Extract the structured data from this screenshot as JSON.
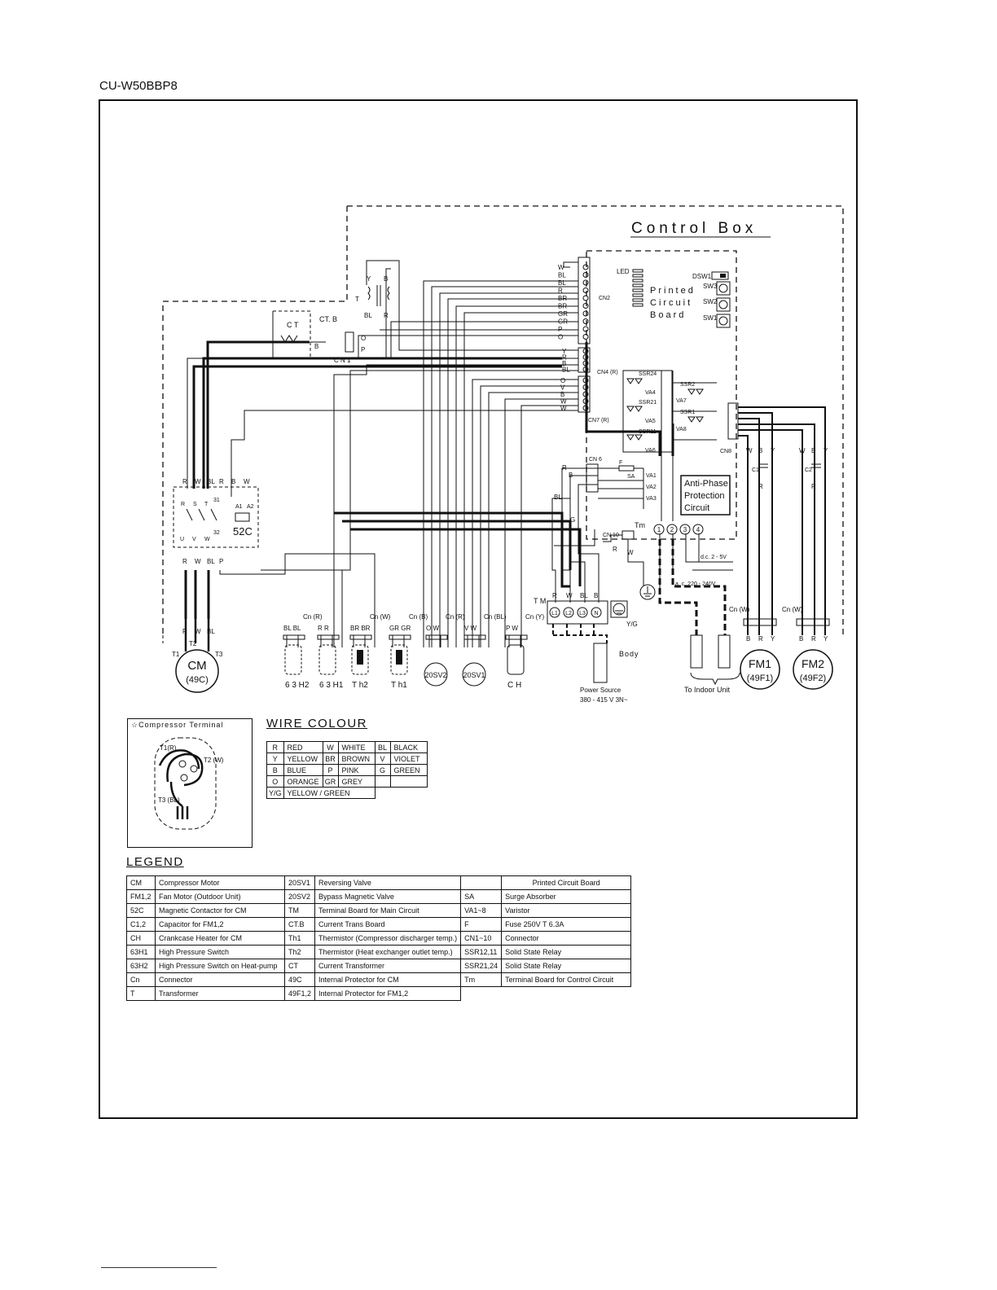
{
  "model": "CU-W50BBP8",
  "control_box": "Control Box",
  "pcb": {
    "line1": "Printed",
    "line2": "Circuit",
    "line3": "Board"
  },
  "pcb_labels": {
    "led": "LED",
    "dsw1": "DSW1",
    "sw1": "SW1",
    "sw2": "SW2",
    "sw3": "SW3",
    "cn2": "CN2",
    "cn4": "CN4 (R)",
    "cn7": "CN7 (R)",
    "cn6": "CN 6",
    "cn8": "CN8",
    "cn10": "CN 10",
    "tm": "Tm",
    "ssr24": "SSR24",
    "ssr21": "SSR21",
    "ssr11": "SSR11",
    "ssr2": "SSR2",
    "ssr1": "SSR1",
    "va1": "VA1",
    "va2": "VA2",
    "va3": "VA3",
    "va4": "VA4",
    "va5": "VA5",
    "va6": "VA6",
    "va7": "VA7",
    "va8": "VA8",
    "f": "F",
    "sa": "SA"
  },
  "anti_phase": {
    "line1": "Anti-Phase",
    "line2": "Protection",
    "line3": "Circuit"
  },
  "cn2_wires": [
    "W",
    "BL",
    "BL",
    "R",
    "BR",
    "BR",
    "GR",
    "GR",
    "P",
    "O"
  ],
  "cn4_wires": [
    "Y",
    "R",
    "B",
    "BL"
  ],
  "cn7_wires": [
    "O",
    "V",
    "B",
    "W",
    "W"
  ],
  "ct_labels": {
    "ct": "C T",
    "ctb": "CT. B",
    "cn1": "C N 1",
    "b": "B",
    "o": "O",
    "p": "P"
  },
  "transformer": {
    "t": "T",
    "y": "Y",
    "b": "B",
    "bl": "BL",
    "r": "R"
  },
  "contactor": {
    "name": "52C",
    "top": [
      "R",
      "W",
      "BL",
      "R",
      "B",
      "W"
    ],
    "bottom": [
      "R",
      "W",
      "BL",
      "P"
    ],
    "a1": "A1",
    "a2": "A2",
    "n31": "31",
    "n32": "32",
    "r": "R",
    "s": "S",
    "t": "T",
    "u": "U",
    "v": "V",
    "w": "W"
  },
  "compressor": {
    "name": "CM",
    "protector": "(49C)",
    "wires": [
      "R",
      "W",
      "BL"
    ],
    "t1": "T1",
    "t2": "T2",
    "t3": "T3"
  },
  "components": [
    {
      "id": "63h2",
      "label": "6 3 H2",
      "wires": "BL BL",
      "cn": "Cn (R)"
    },
    {
      "id": "63h1",
      "label": "6 3 H1",
      "wires": "R R",
      "cn": ""
    },
    {
      "id": "th2",
      "label": "T h2",
      "wires": "BR BR",
      "cn": "Cn (W)"
    },
    {
      "id": "th1",
      "label": "T h1",
      "wires": "GR GR",
      "cn": "Cn (B)"
    },
    {
      "id": "20sv2",
      "label": "20SV2",
      "wires": "O W",
      "cn": "Cn (R)"
    },
    {
      "id": "20sv1",
      "label": "20SV1",
      "wires": "V W",
      "cn": "Cn (BL)"
    },
    {
      "id": "ch",
      "label": "C H",
      "wires": "P W",
      "cn": "Cn (Y)"
    }
  ],
  "terminal_main": {
    "label": "T M",
    "terms": [
      "L1",
      "L2",
      "L3",
      "N"
    ],
    "wires": [
      "R",
      "W",
      "BL",
      "B"
    ],
    "yg": "Y/G",
    "g": "G",
    "body": "Body"
  },
  "power": {
    "line1": "Power Source",
    "line2": "380 - 415 V 3N~"
  },
  "indoor": {
    "label": "To Indoor Unit",
    "ac": "a. c. 220 - 240V",
    "dc": "d.c.  2 - 5V"
  },
  "fan_motors": [
    {
      "name": "FM1",
      "prot": "(49F1)",
      "cap": "C1",
      "top": [
        "W",
        "B",
        "Y"
      ],
      "bottom": [
        "B",
        "R",
        "Y"
      ],
      "cn": "Cn (W)",
      "r": "R"
    },
    {
      "name": "FM2",
      "prot": "(49F2)",
      "cap": "C2",
      "top": [
        "W",
        "B",
        "Y"
      ],
      "bottom": [
        "B",
        "R",
        "Y"
      ],
      "cn": "Cn (W)",
      "r": "R"
    }
  ],
  "compressor_terminal": {
    "title": "☆Compressor Terminal",
    "t1": "T1(R)",
    "t2": "T2 (W)",
    "t3": "T3 (BL)"
  },
  "wire_colour": {
    "title": "WIRE COLOUR",
    "rows": [
      [
        [
          "R",
          "RED"
        ],
        [
          "W",
          "WHITE"
        ],
        [
          "BL",
          "BLACK"
        ]
      ],
      [
        [
          "Y",
          "YELLOW"
        ],
        [
          "BR",
          "BROWN"
        ],
        [
          "V",
          "VIOLET"
        ]
      ],
      [
        [
          "B",
          "BLUE"
        ],
        [
          "P",
          "PINK"
        ],
        [
          "G",
          "GREEN"
        ]
      ],
      [
        [
          "O",
          "ORANGE"
        ],
        [
          "GR",
          "GREY"
        ],
        [
          "",
          ""
        ]
      ],
      [
        [
          "Y/G",
          "YELLOW / GREEN"
        ]
      ]
    ]
  },
  "legend": {
    "title": "LEGEND",
    "rows": [
      [
        "CM",
        "Compressor Motor",
        "20SV1",
        "Reversing Valve",
        "",
        "Printed Circuit Board"
      ],
      [
        "FM1,2",
        "Fan Motor (Outdoor Unit)",
        "20SV2",
        "Bypass Magnetic Valve",
        "SA",
        "Surge Absorber"
      ],
      [
        "52C",
        "Magnetic Contactor for CM",
        "TM",
        "Terminal Board for Main Circuit",
        "VA1~8",
        "Varistor"
      ],
      [
        "C1,2",
        "Capacitor for FM1,2",
        "CT.B",
        "Current Trans Board",
        "F",
        "Fuse 250V T 6.3A"
      ],
      [
        "CH",
        "Crankcase Heater for CM",
        "Th1",
        "Thermistor (Compressor discharger temp.)",
        "CN1~10",
        "Connector"
      ],
      [
        "63H1",
        "High Pressure Switch",
        "Th2",
        "Thermistor (Heat exchanger outlet temp.)",
        "SSR12,11",
        "Solid State Relay"
      ],
      [
        "63H2",
        "High Pressure Switch on Heat-pump",
        "CT",
        "Current Transformer",
        "SSR21,24",
        "Solid State Relay"
      ],
      [
        "Cn",
        "Connector",
        "49C",
        "Internal Protector for CM",
        "Tm",
        "Terminal Board for Control Circuit"
      ],
      [
        "T",
        "Transformer",
        "49F1,2",
        "Internal Protector for FM1,2",
        "",
        ""
      ]
    ]
  }
}
